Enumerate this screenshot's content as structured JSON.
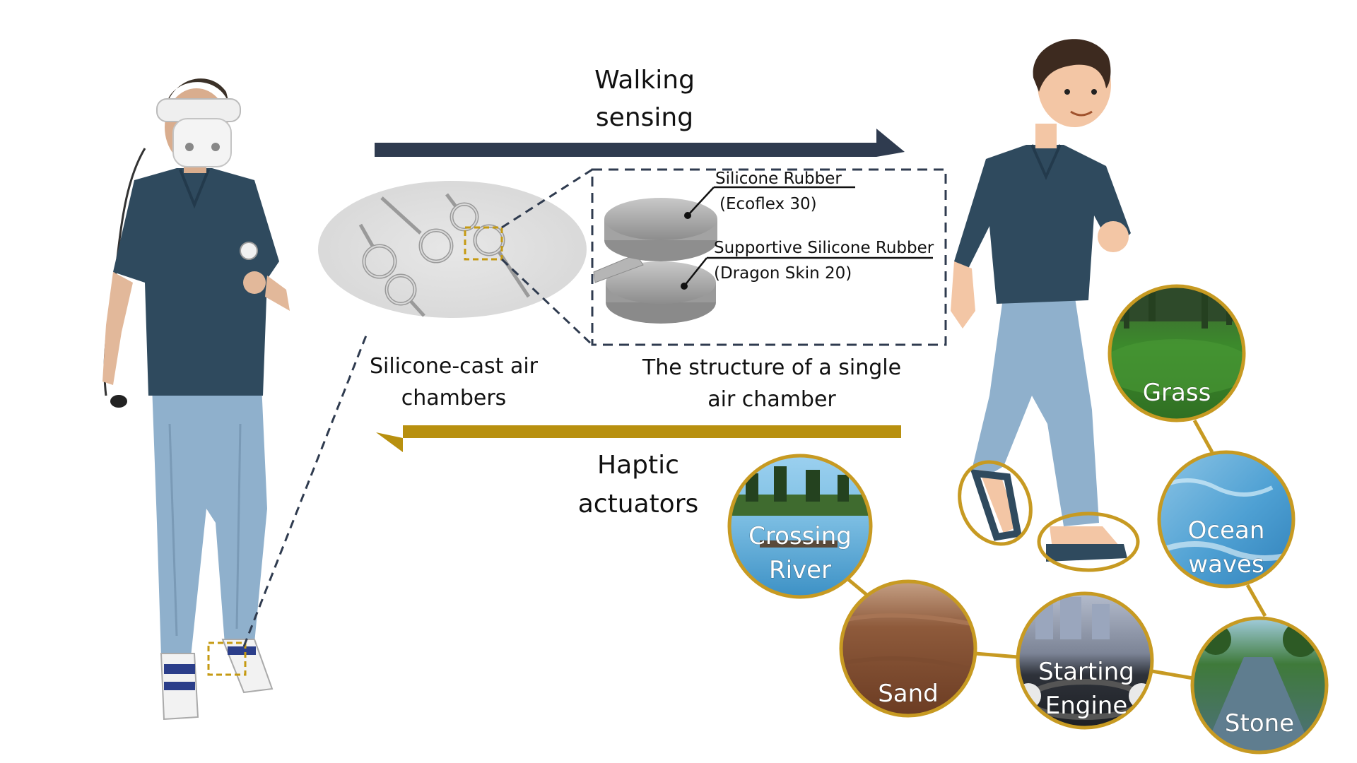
{
  "top_arrow_label": [
    "Walking",
    "sensing"
  ],
  "bottom_arrow_label": [
    "Haptic",
    "actuators"
  ],
  "chambers_caption": [
    "Silicone-cast air",
    "chambers"
  ],
  "structure_caption": [
    "The structure of a single",
    "air chamber"
  ],
  "layer_top": [
    "Silicone Rubber",
    "(Ecoflex 30)"
  ],
  "layer_bottom": [
    "Supportive Silicone Rubber",
    "(Dragon Skin 20)"
  ],
  "scenes": {
    "grass": [
      "Grass"
    ],
    "ocean": [
      "Ocean",
      "waves"
    ],
    "river": [
      "Crossing",
      "River"
    ],
    "sand": [
      "Sand"
    ],
    "engine": [
      "Starting",
      "Engine"
    ],
    "stone": [
      "Stone"
    ]
  },
  "colors": {
    "walking_arrow": "#2f3b4f",
    "haptic_arrow": "#b8900f",
    "scene_ring": "#c79a22",
    "highlight_box": "#c59a12",
    "shirt": "#2f4a5e",
    "jeans": "#8fb0cc"
  },
  "icons": [
    "vr-headset",
    "controller",
    "sandal",
    "cartoon-walker"
  ]
}
